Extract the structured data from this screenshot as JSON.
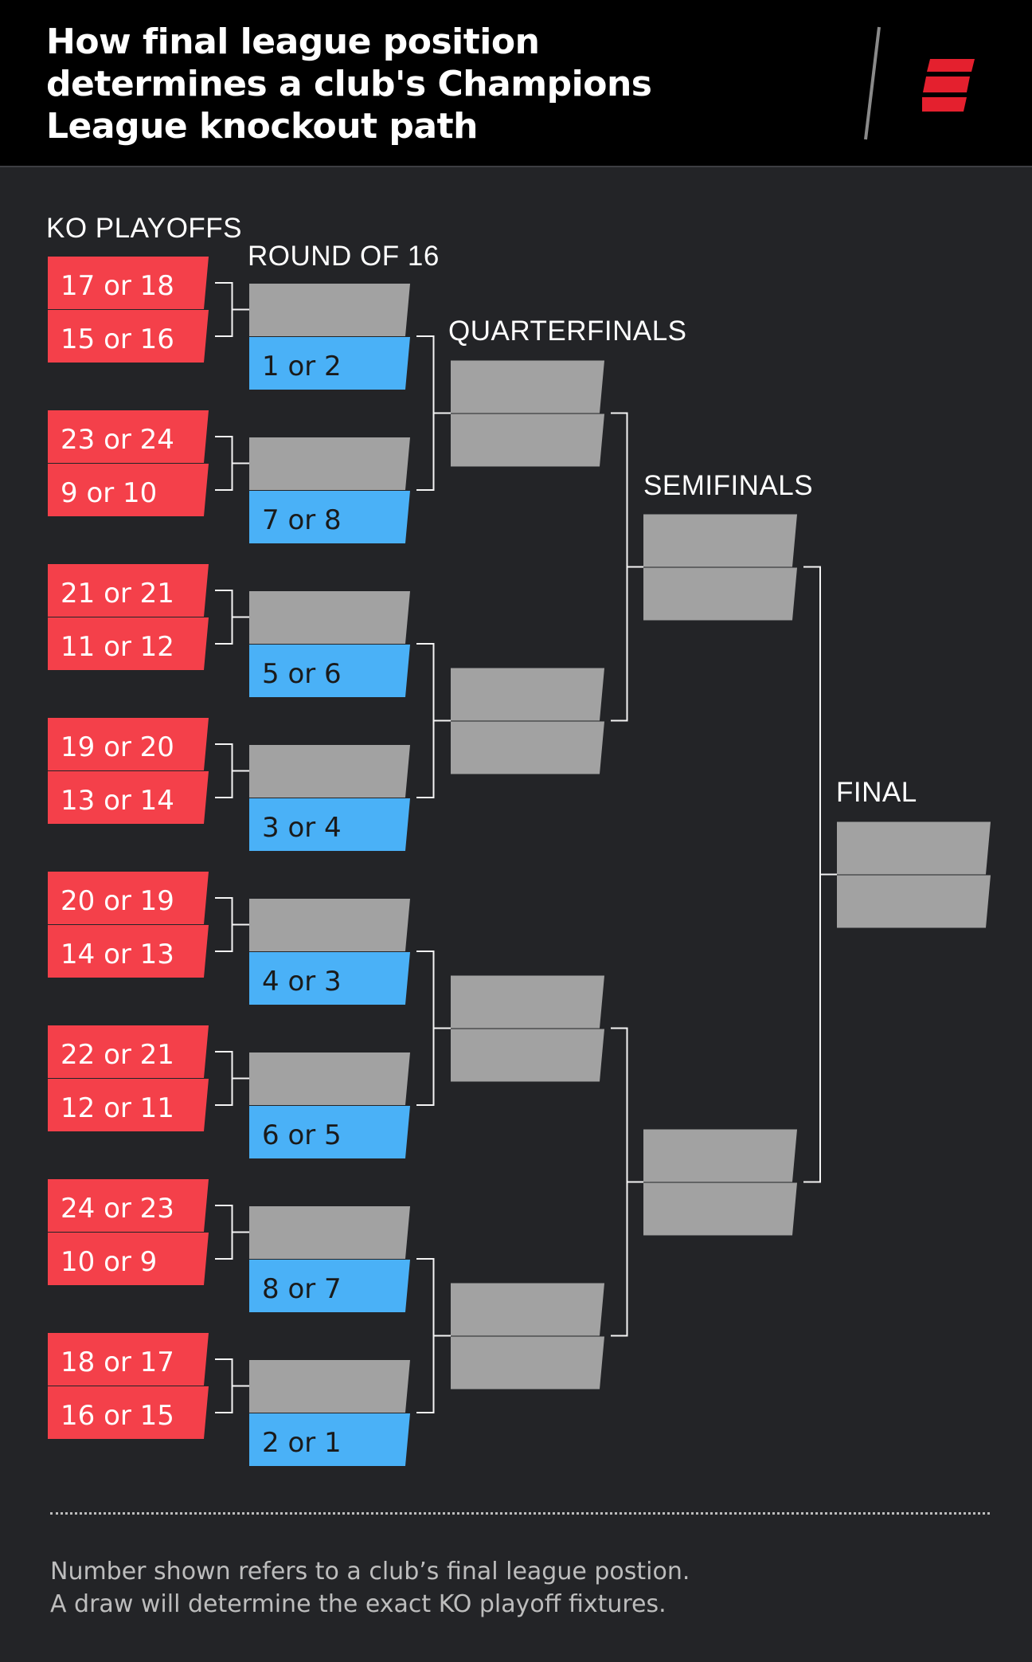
{
  "title": "How final league position determines a  club's Champions League knockout path",
  "colors": {
    "playoff": "#f4404a",
    "seeded": "#4ab1f7",
    "empty": "#a2a2a2",
    "line": "#f4f4f4",
    "background": "#232427"
  },
  "stages": {
    "playoffs": "KO PLAYOFFS",
    "r16": "ROUND OF 16",
    "qf": "QUARTERFINALS",
    "sf": "SEMIFINALS",
    "final": "FINAL"
  },
  "ties": [
    {
      "playoff": [
        "17 or 18",
        "15 or 16"
      ],
      "seed": "1 or 2"
    },
    {
      "playoff": [
        "23 or 24",
        "9 or 10"
      ],
      "seed": "7 or 8"
    },
    {
      "playoff": [
        "21 or 21",
        "11 or 12"
      ],
      "seed": "5 or 6"
    },
    {
      "playoff": [
        "19 or 20",
        "13 or 14"
      ],
      "seed": "3 or 4"
    },
    {
      "playoff": [
        "20 or 19",
        "14 or 13"
      ],
      "seed": "4 or 3"
    },
    {
      "playoff": [
        "22 or 21",
        "12 or 11"
      ],
      "seed": "6 or 5"
    },
    {
      "playoff": [
        "24 or 23",
        "10 or 9"
      ],
      "seed": "8 or 7"
    },
    {
      "playoff": [
        "18 or 17",
        "16 or 15"
      ],
      "seed": "2 or 1"
    }
  ],
  "footer": {
    "line1": "Number shown refers to a club’s final league postion.",
    "line2": "A draw will determine the exact KO playoff fixtures."
  }
}
